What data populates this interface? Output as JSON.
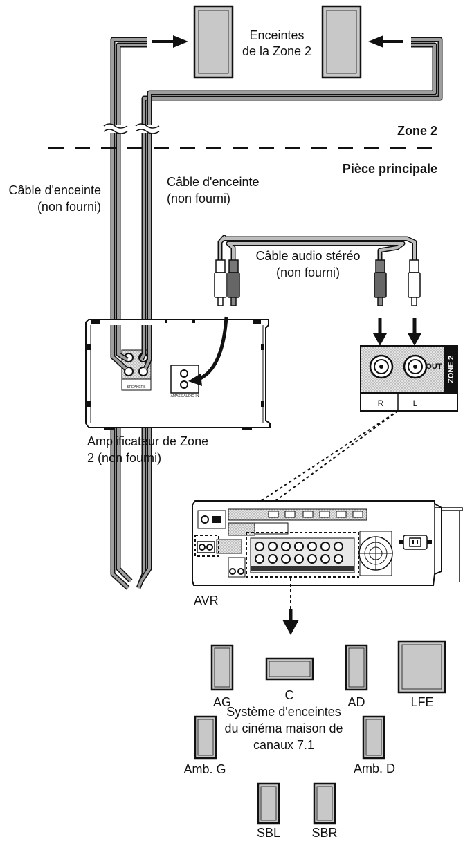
{
  "zone2": {
    "speakers_line1": "Enceintes",
    "speakers_line2": "de la Zone 2",
    "zone_label": "Zone 2",
    "main_room_label": "Pièce principale"
  },
  "cables": {
    "speaker_left_line1": "Câble d'enceinte",
    "speaker_left_line2": "(non fourni)",
    "speaker_right_line1": "Câble d'enceinte",
    "speaker_right_line2": "(non fourni)",
    "stereo_line1": "Câble audio stéréo",
    "stereo_line2": "(non fourni)"
  },
  "amplifier": {
    "label_line1": "Amplificateur de Zone",
    "label_line2": "2 (non fourni)",
    "panel_speakers": "SPEAKERS",
    "panel_input": "AMASS AUDIO IN"
  },
  "zone2_jacks": {
    "out": "OUT",
    "side": "ZONE 2",
    "r": "R",
    "l": "L"
  },
  "avr": {
    "label": "AVR"
  },
  "system": {
    "line1": "Système d'enceintes",
    "line2": "du cinéma maison de",
    "line3": "canaux 7.1",
    "speakers": {
      "fl": "AG",
      "c": "C",
      "fr": "AD",
      "lfe": "LFE",
      "sl": "Amb. G",
      "sr": "Amb. D",
      "sbl": "SBL",
      "sbr": "SBR"
    }
  }
}
